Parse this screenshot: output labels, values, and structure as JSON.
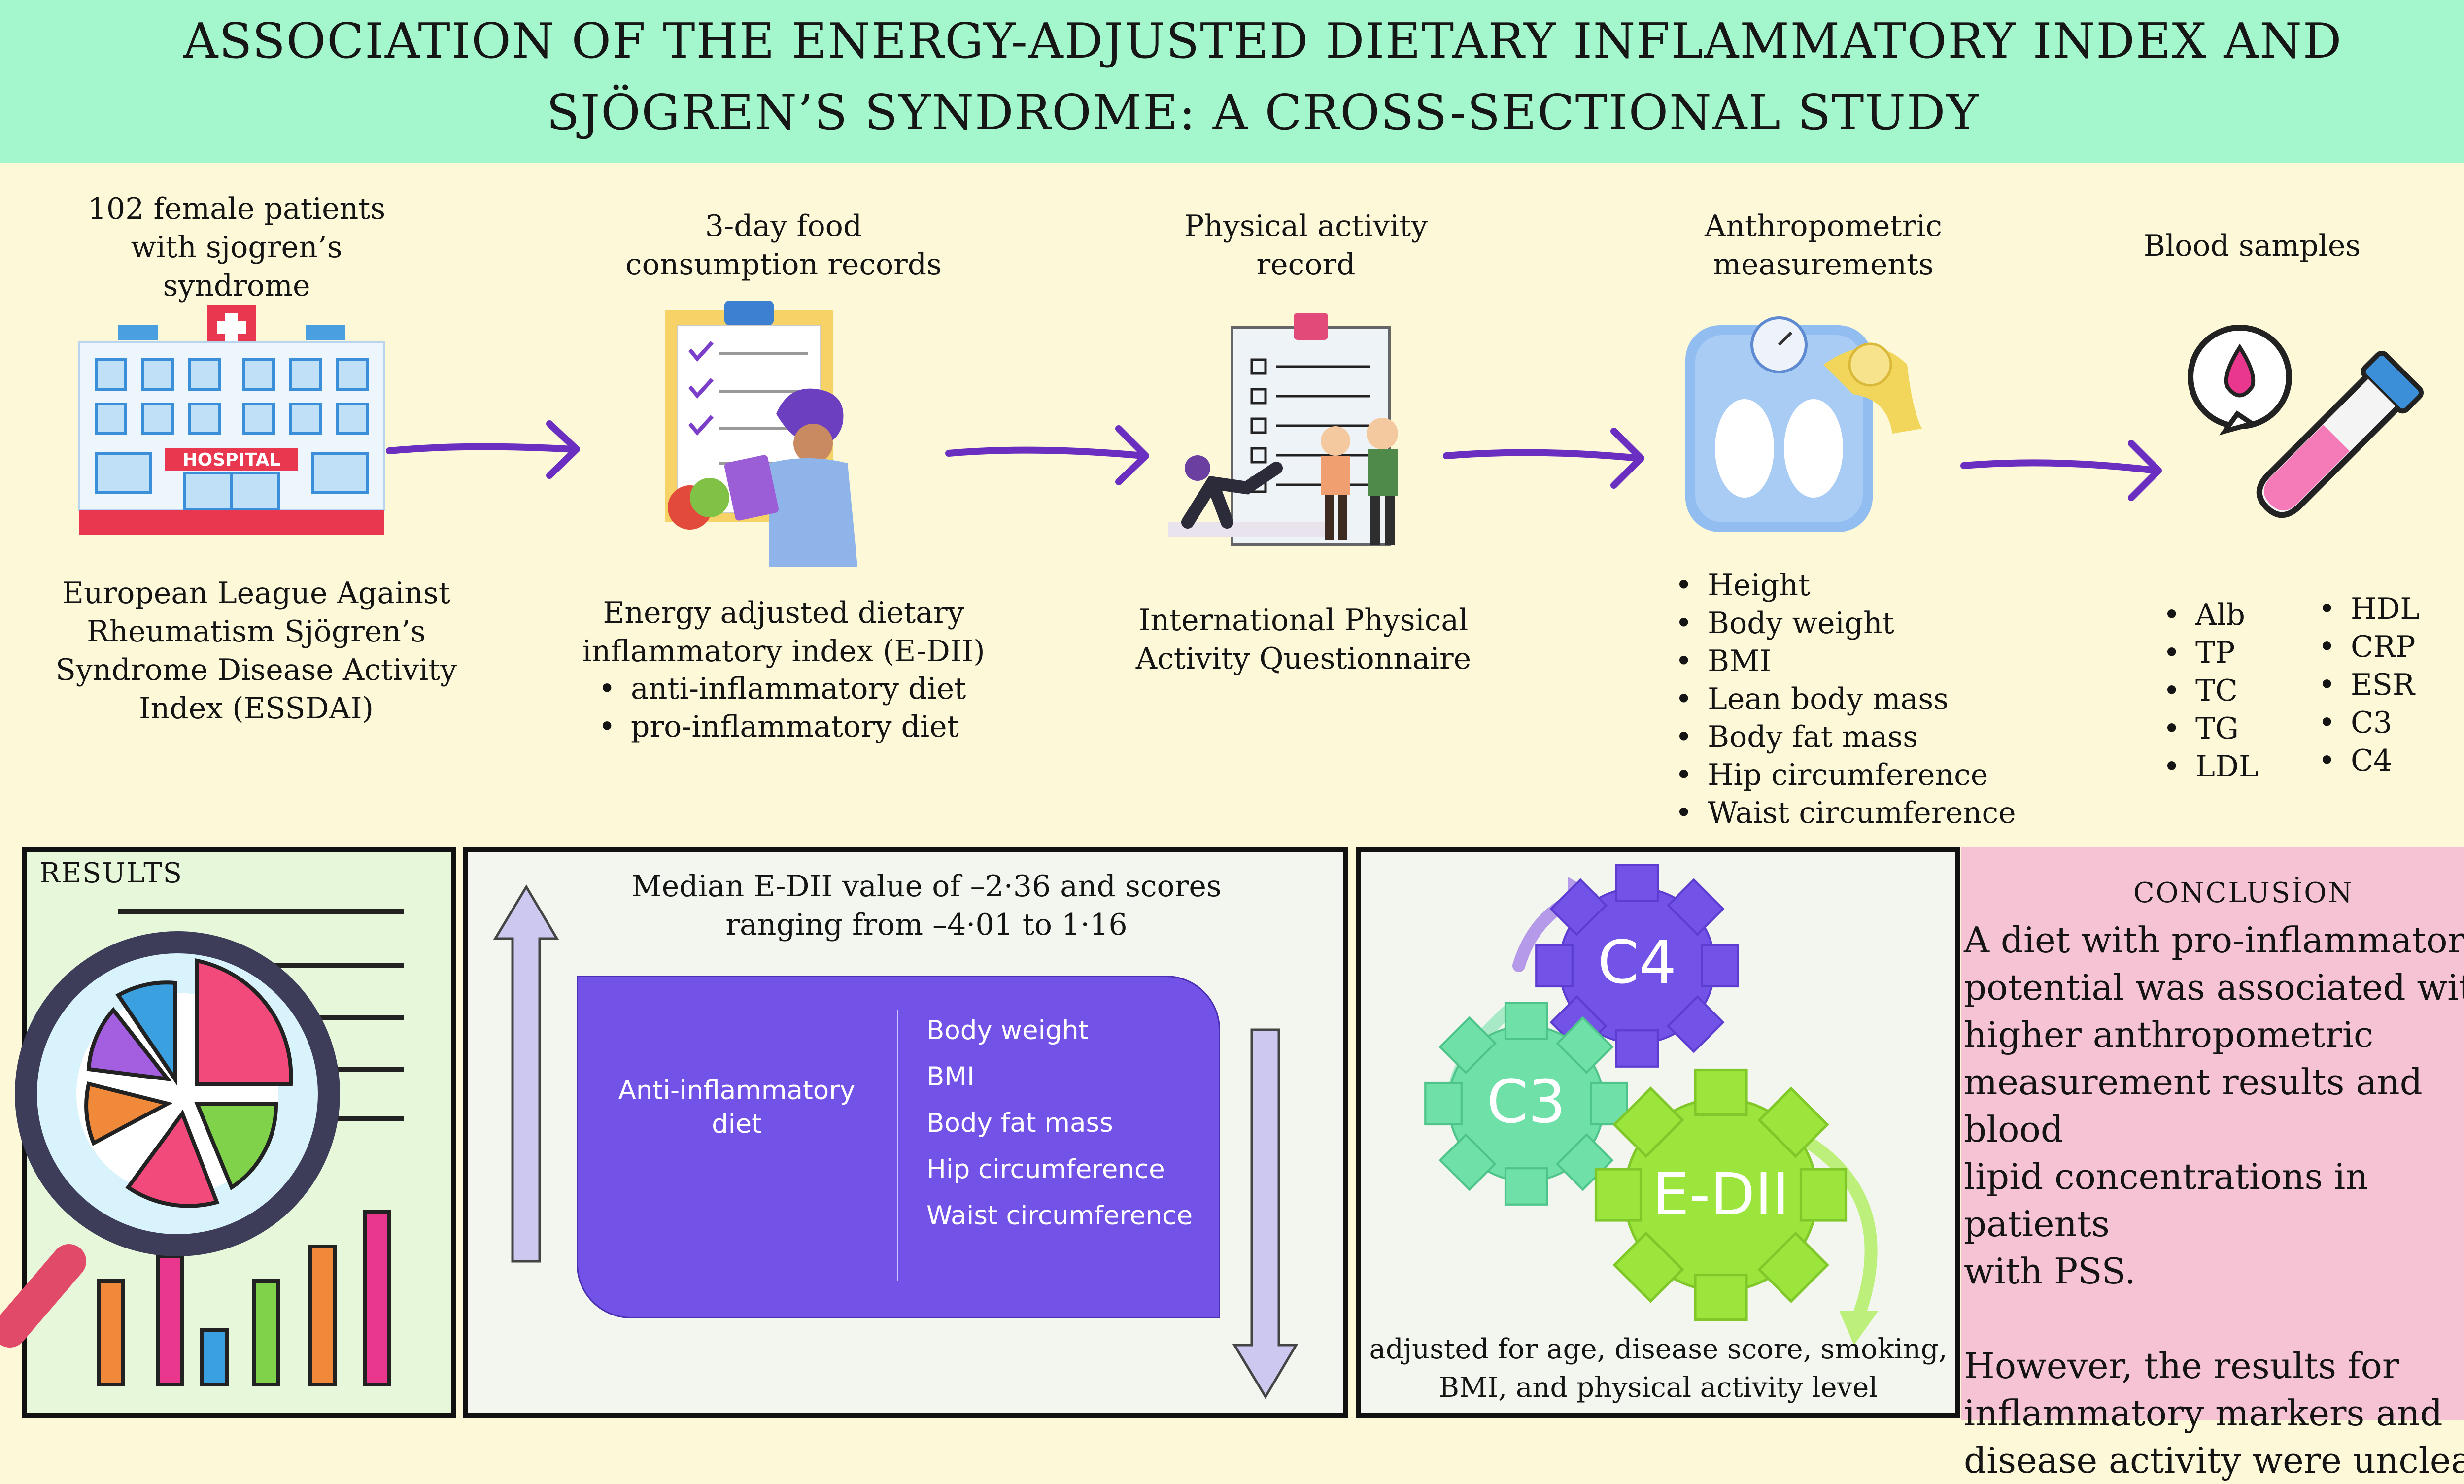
{
  "title": {
    "line1": "ASSOCIATION OF THE ENERGY-ADJUSTED DIETARY INFLAMMATORY INDEX AND",
    "line2": "SJÖGREN’S SYNDROME: A CROSS-SECTIONAL STUDY"
  },
  "steps": [
    {
      "label_lines": [
        "102 female patients",
        "with sjogren’s",
        "syndrome"
      ],
      "hospital_sign": "HOSPITAL",
      "desc_lines": [
        "European League Against",
        "Rheumatism Sjögren’s",
        "Syndrome Disease Activity",
        "Index (ESSDAI)"
      ]
    },
    {
      "label_lines": [
        "3-day food",
        "consumption records"
      ],
      "desc_lines": [
        "Energy adjusted dietary",
        "inflammatory index (E-DII)"
      ],
      "bullets": [
        "anti-inflammatory diet",
        "pro-inflammatory diet"
      ]
    },
    {
      "label_lines": [
        "Physical activity",
        "record"
      ],
      "desc_lines": [
        "International Physical",
        "Activity Questionnaire"
      ]
    },
    {
      "label_lines": [
        "Anthropometric",
        "measurements"
      ],
      "bullets": [
        "Height",
        "Body weight",
        "BMI",
        "Lean body mass",
        "Body fat mass",
        "Hip circumference",
        "Waist circumference"
      ]
    },
    {
      "label_lines": [
        "Blood samples"
      ],
      "bullets_col1": [
        "Alb",
        "TP",
        "TC",
        "TG",
        "LDL"
      ],
      "bullets_col2": [
        "HDL",
        "CRP",
        "ESR",
        "C3",
        "C4"
      ]
    }
  ],
  "results": {
    "label": "RESULTS",
    "median_lines": [
      "Median E-DII value of –2·36 and scores",
      "ranging from –4·01 to 1·16"
    ],
    "box_left_lines": [
      "Anti-inflammatory",
      "diet"
    ],
    "box_items": [
      "Body weight",
      "BMI",
      "Body fat mass",
      "Hip circumference",
      "Waist circumference"
    ],
    "gears": {
      "top": "C4",
      "mid": "C3",
      "big": "E-DII"
    },
    "adjusted_lines": [
      "adjusted for age, disease score, smoking,",
      "BMI, and physical activity level"
    ]
  },
  "conclusion": {
    "heading": "CONCLUSİON",
    "para1_lines": [
      "A diet with pro-inflammatory",
      "potential was associated with",
      "higher anthropometric",
      "measurement results and blood",
      "lipid concentrations in patients",
      "with PSS."
    ],
    "para2_lines": [
      "However, the results for",
      "inflammatory markers and",
      "disease activity were unclear"
    ]
  },
  "colors": {
    "title_band": "#a4f7cd",
    "background": "#fdf9d8",
    "arrow": "#6a2fc0",
    "purple_box": "#7352e8",
    "conclusion_bg": "#f6c3d5",
    "results_bg": "#e6f8d9"
  }
}
